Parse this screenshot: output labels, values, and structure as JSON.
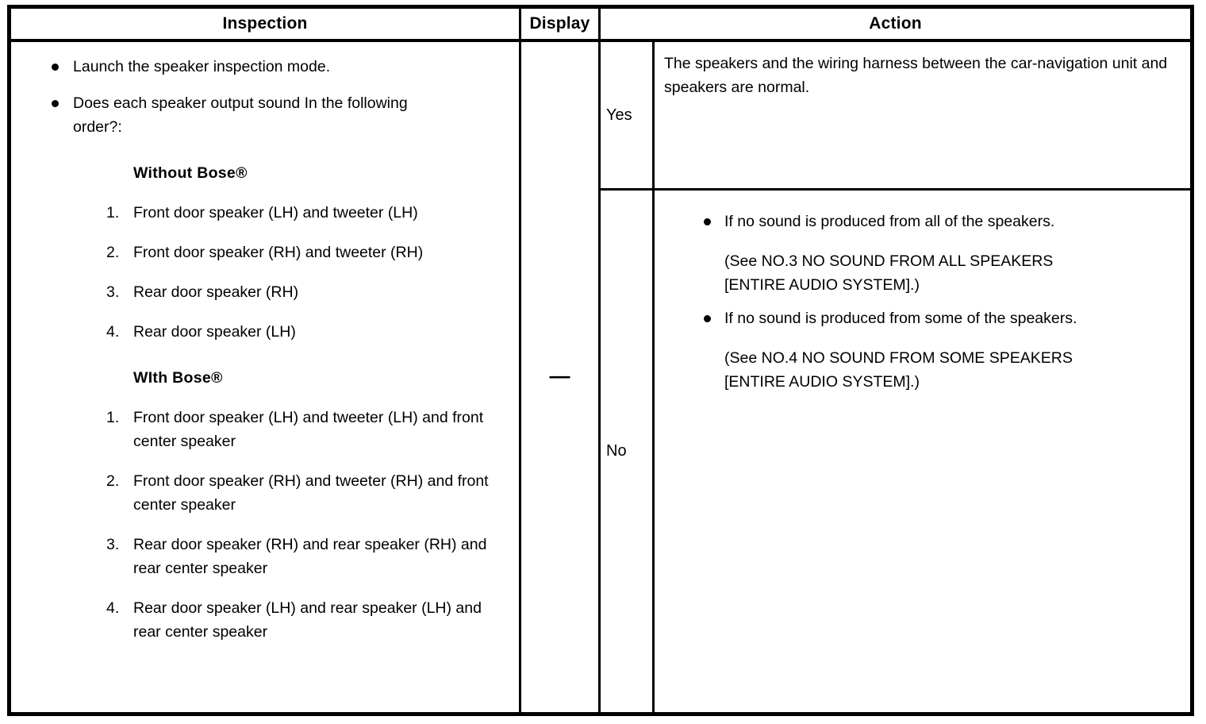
{
  "document": {
    "type": "diagnostic-table",
    "colors": {
      "ink": "#000000",
      "paper": "#ffffff"
    }
  },
  "table": {
    "headers": {
      "inspection": "Inspection",
      "display": "Display",
      "action": "Action"
    },
    "inspection": {
      "bullets": [
        "Launch the speaker inspection mode.",
        "Does each speaker output sound In the following order?:"
      ],
      "groups": [
        {
          "title": "Without Bose®",
          "items": [
            {
              "num": "1.",
              "text": "Front door speaker (LH) and tweeter (LH)"
            },
            {
              "num": "2.",
              "text": "Front door speaker (RH) and tweeter (RH)"
            },
            {
              "num": "3.",
              "text": "Rear door speaker (RH)"
            },
            {
              "num": "4.",
              "text": "Rear door speaker (LH)"
            }
          ]
        },
        {
          "title": "WIth Bose®",
          "items": [
            {
              "num": "1.",
              "text": "Front door speaker (LH) and tweeter (LH) and front center speaker"
            },
            {
              "num": "2.",
              "text": "Front door speaker (RH) and tweeter (RH) and front center speaker"
            },
            {
              "num": "3.",
              "text": "Rear door speaker (RH) and rear speaker (RH) and rear center speaker"
            },
            {
              "num": "4.",
              "text": "Rear door speaker (LH) and rear speaker (LH) and rear center speaker"
            }
          ]
        }
      ]
    },
    "display": {
      "value": "—"
    },
    "action": {
      "yes": {
        "label": "Yes",
        "text": "The speakers and the wiring harness between the car-navigation unit and speakers are normal."
      },
      "no": {
        "label": "No",
        "bullets": [
          {
            "text": "If no sound is produced from all of the speakers.",
            "reference_line1": "(See NO.3 NO SOUND FROM ALL SPEAKERS",
            "reference_line2": "[ENTIRE AUDIO SYSTEM].)"
          },
          {
            "text": "If no sound is produced from some of the speakers.",
            "reference_line1": "(See NO.4 NO SOUND FROM SOME SPEAKERS",
            "reference_line2": "[ENTIRE AUDIO SYSTEM].)"
          }
        ]
      }
    }
  }
}
